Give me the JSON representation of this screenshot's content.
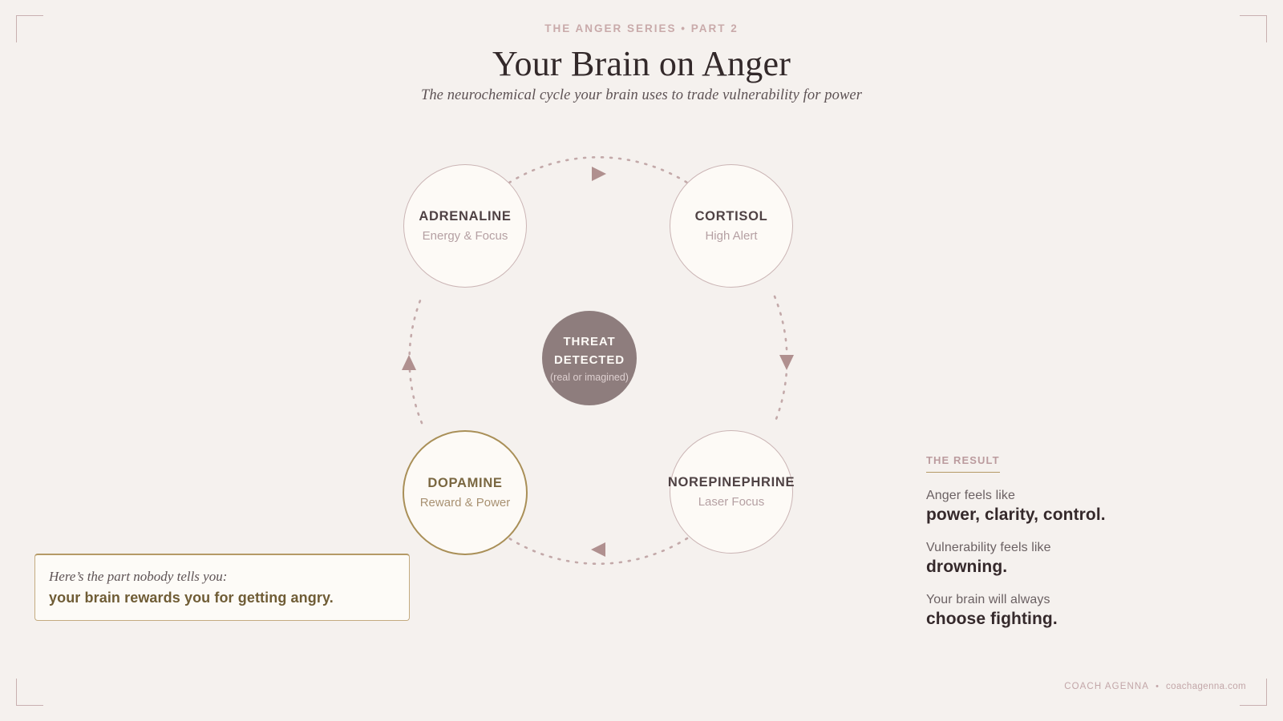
{
  "header": {
    "eyebrow": "THE ANGER SERIES  •  PART 2",
    "title": "Your Brain on Anger",
    "subtitle": "The neurochemical cycle your brain uses to trade vulnerability for power"
  },
  "diagram": {
    "core": {
      "line1": "THREAT",
      "line2": "DETECTED",
      "note": "(real or imagined)",
      "color": "#8e7d7d"
    },
    "nodes": [
      {
        "id": "adrenaline",
        "title": "ADRENALINE",
        "subtitle": "Energy & Focus",
        "accent": "#cbb5b5"
      },
      {
        "id": "cortisol",
        "title": "CORTISOL",
        "subtitle": "High Alert",
        "accent": "#cbb5b5"
      },
      {
        "id": "norepinephrine",
        "title": "NOREPINEPHRINE",
        "subtitle": "Laser Focus",
        "accent": "#cbb5b5"
      },
      {
        "id": "dopamine",
        "title": "DOPAMINE",
        "subtitle": "Reward & Power",
        "accent": "#a98f57"
      }
    ],
    "flow_order": [
      "adrenaline",
      "cortisol",
      "norepinephrine",
      "dopamine"
    ],
    "arrow_color": "#b99c9c"
  },
  "result": {
    "kicker": "THE RESULT",
    "kicker_color": "#bb9b9e",
    "underline_color": "#b59a66",
    "rows": [
      {
        "lead": "Anger feels like",
        "strong": "power, clarity, control."
      },
      {
        "lead": "Vulnerability feels like",
        "strong": "drowning."
      },
      {
        "lead": "Your brain will always",
        "strong": "choose fighting."
      }
    ]
  },
  "callout": {
    "lead": "Here’s the part nobody tells you:",
    "strong": "your brain rewards you for getting angry.",
    "border_color": "#b59a66"
  },
  "footer": {
    "brand": "COACH AGENNA",
    "separator": "•",
    "site": "coachagenna.com"
  },
  "theme": {
    "background": "#f5f1ee",
    "card_fill": "#fdfaf6",
    "ink": "#33292a",
    "mauve": "#cbb5b5",
    "gold": "#a98f57"
  }
}
